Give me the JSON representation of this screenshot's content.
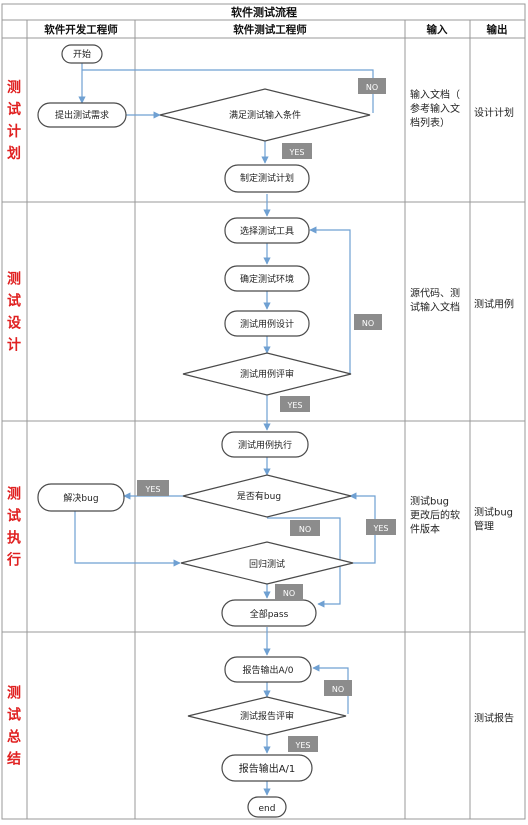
{
  "title": "软件测试流程",
  "columns": {
    "dev": "软件开发工程师",
    "test": "软件测试工程师",
    "input": "输入",
    "output": "输出"
  },
  "phases": [
    {
      "name": "测试计划",
      "input": "输入文档（参考输入文档列表）",
      "output": "设计计划"
    },
    {
      "name": "测试设计",
      "input": "源代码、测试输入文档",
      "output": "测试用例"
    },
    {
      "name": "测试执行",
      "input": "测试bug更改后的软件版本",
      "output": "测试bug管理"
    },
    {
      "name": "测试总结",
      "input": "",
      "output": "测试报告"
    }
  ],
  "nodes": {
    "start": "开始",
    "submit": "提出测试需求",
    "condition": "满足测试输入条件",
    "make_plan": "制定测试计划",
    "select_tool": "选择测试工具",
    "set_env": "确定测试环境",
    "case_design": "测试用例设计",
    "case_review": "测试用例评审",
    "case_exec": "测试用例执行",
    "has_bug": "是否有bug",
    "fix_bug": "解决bug",
    "regression": "回归测试",
    "all_pass": "全部pass",
    "report_a0": "报告输出A/0",
    "report_review": "测试报告评审",
    "report_a1": "报告输出A/1",
    "end": "end"
  },
  "labels": {
    "yes": "YES",
    "no": "NO"
  },
  "colors": {
    "line": "#6fa0d2",
    "node_border": "#4a4a4a",
    "tag_bg": "#8c8c8c",
    "phase_text": "#e02020",
    "grid": "#999999"
  }
}
